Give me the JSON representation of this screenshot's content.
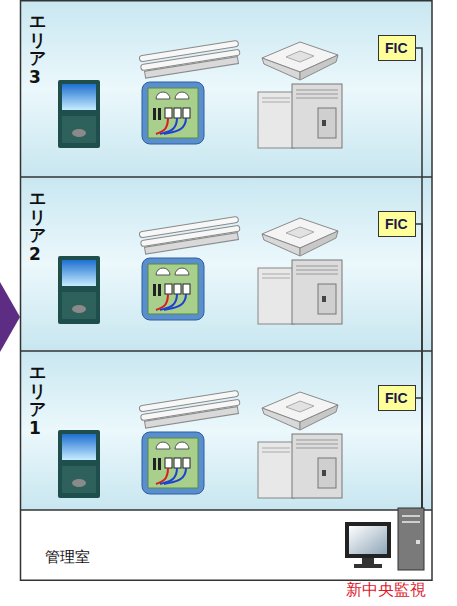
{
  "diagram": {
    "nodes": [
      {
        "text": [
          "エリア3"
        ]
      },
      {
        "text": [
          "FIC"
        ],
        "in": 0
      },
      {
        "text": [
          "エリア2"
        ]
      },
      {
        "text": [
          "FIC"
        ],
        "in": 2
      },
      {
        "text": [
          "エリア1"
        ]
      },
      {
        "text": [
          "FIC"
        ],
        "in": 4
      },
      {
        "text": [
          "管理室"
        ]
      },
      {
        "text": [
          "新中央監視"
        ],
        "in": 6
      }
    ],
    "edges": [
      {
        "from": 1,
        "to": 7,
        "arrow": "none"
      },
      {
        "from": 3,
        "to": 7,
        "arrow": "none"
      },
      {
        "from": 5,
        "to": 7,
        "arrow": "none"
      }
    ]
  }
}
